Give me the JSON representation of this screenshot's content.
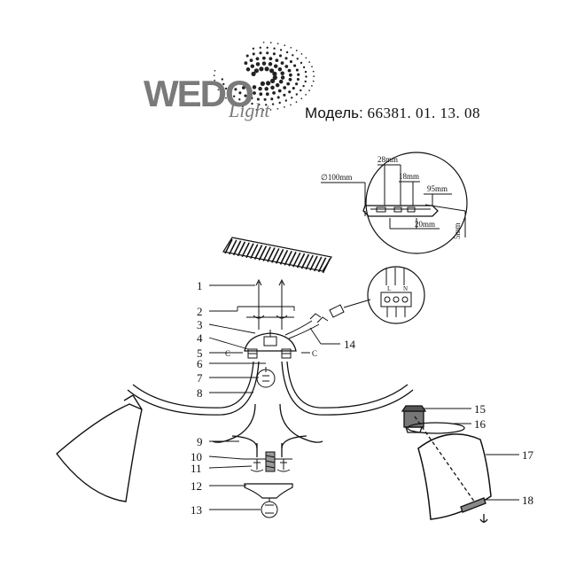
{
  "logo": {
    "wordmark": "WEDO",
    "script": "Light"
  },
  "model": {
    "label": "Модель:",
    "number": "66381. 01. 13. 08"
  },
  "dimensions": {
    "diameter": "∅100mm",
    "top": "28mm",
    "mid": "18mm",
    "right": "95mm",
    "bottom": "20mm",
    "vertical": "5mm"
  },
  "wire_labels": {
    "l": "L",
    "n": "N"
  },
  "callouts": [
    "1",
    "2",
    "3",
    "4",
    "5",
    "6",
    "7",
    "8",
    "9",
    "10",
    "11",
    "12",
    "13",
    "14",
    "15",
    "16",
    "17",
    "18"
  ],
  "screw_marks": {
    "left": "C",
    "right": "C"
  }
}
